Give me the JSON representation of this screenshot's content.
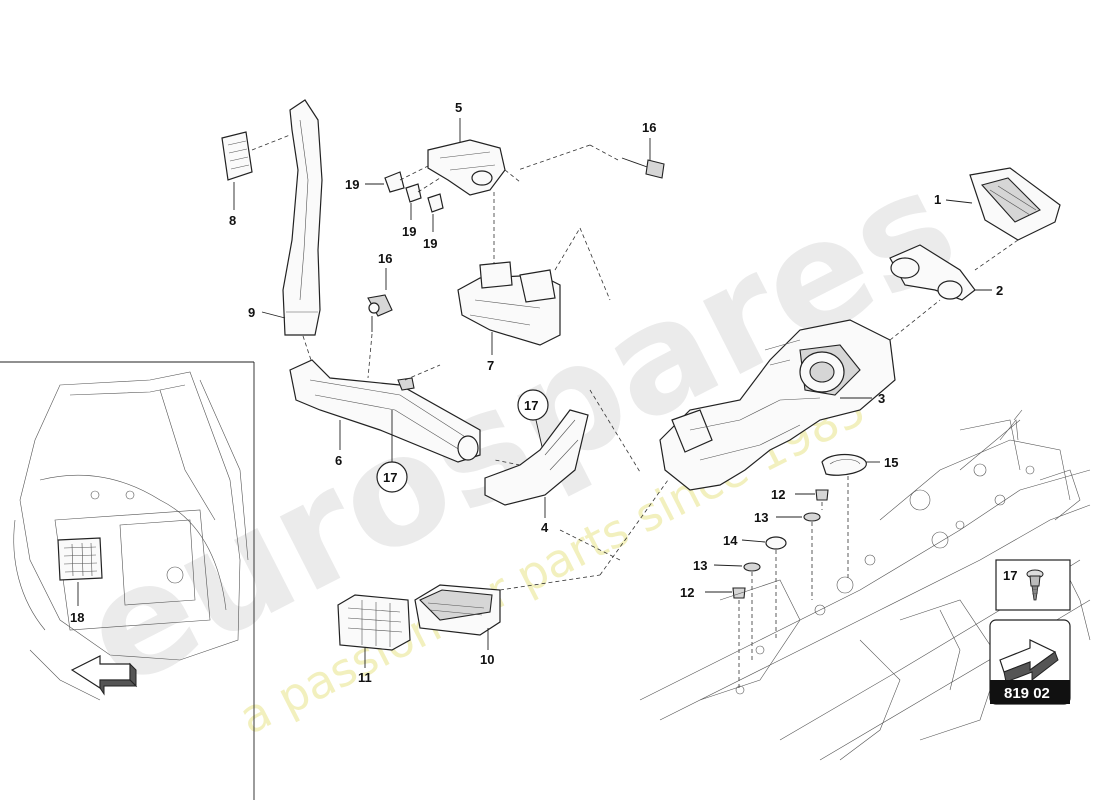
{
  "watermark": {
    "brand": "eurospares",
    "tagline": "a passion for parts since 1985"
  },
  "callouts": {
    "c1": "1",
    "c2": "2",
    "c3": "3",
    "c4": "4",
    "c5": "5",
    "c6": "6",
    "c7": "7",
    "c8": "8",
    "c9": "9",
    "c10": "10",
    "c11": "11",
    "c12a": "12",
    "c12b": "12",
    "c13a": "13",
    "c13b": "13",
    "c14": "14",
    "c15": "15",
    "c16a": "16",
    "c16b": "16",
    "c17a": "17",
    "c17b": "17",
    "c17c": "17",
    "c18": "18",
    "c19a": "19",
    "c19b": "19",
    "c19c": "19"
  },
  "diagram_code": "819 02",
  "colors": {
    "line": "#222222",
    "watermark": "#e9e9e9",
    "watermark_tagline": "#f1efb8",
    "code_bg": "#111111"
  }
}
